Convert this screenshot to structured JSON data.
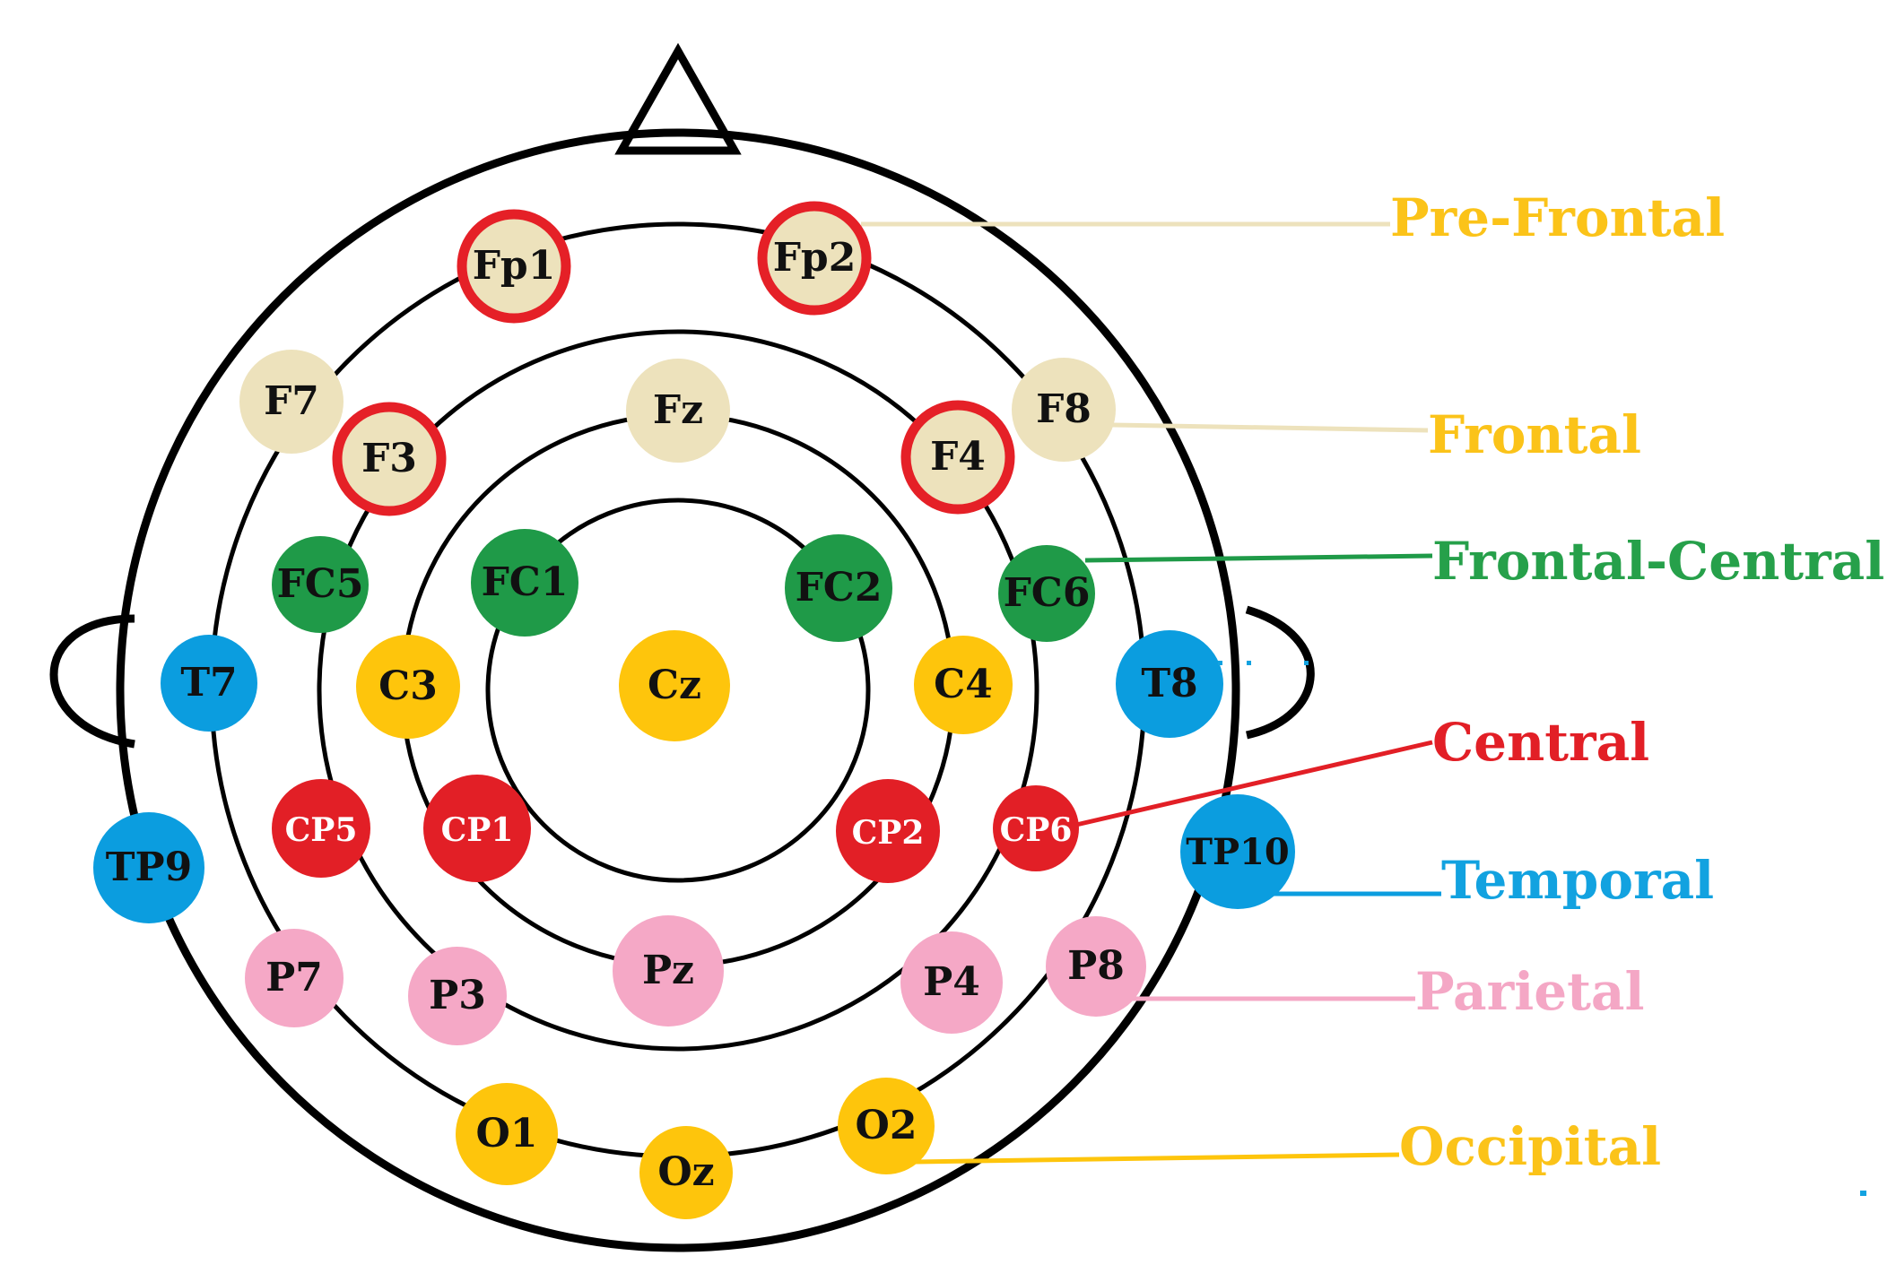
{
  "colors": {
    "outline": "#000000",
    "prefrontal_frontal_fill": "#ede2bc",
    "marker_ring": "#e52027",
    "frontal_central": "#1f9a48",
    "temporal": "#0b9ddf",
    "central": "#e21f26",
    "parietal": "#f5a8c6",
    "yellow": "#fec50c",
    "label_prefrontal": "#fbc319",
    "label_frontal": "#fbc319",
    "label_frontal_central": "#26a04a",
    "label_central": "#e21f26",
    "label_temporal": "#12a2e0",
    "label_parietal": "#f4a7c5",
    "label_occipital": "#fbc319"
  },
  "electrodes": [
    {
      "id": "fp1",
      "label": "Fp1",
      "region": "prefrontal",
      "highlighted": true
    },
    {
      "id": "fp2",
      "label": "Fp2",
      "region": "prefrontal",
      "highlighted": true
    },
    {
      "id": "f7",
      "label": "F7",
      "region": "frontal",
      "highlighted": false
    },
    {
      "id": "f3",
      "label": "F3",
      "region": "frontal",
      "highlighted": true
    },
    {
      "id": "fz",
      "label": "Fz",
      "region": "frontal",
      "highlighted": false
    },
    {
      "id": "f4",
      "label": "F4",
      "region": "frontal",
      "highlighted": true
    },
    {
      "id": "f8",
      "label": "F8",
      "region": "frontal",
      "highlighted": false
    },
    {
      "id": "fc5",
      "label": "FC5",
      "region": "frontal-central",
      "highlighted": false
    },
    {
      "id": "fc1",
      "label": "FC1",
      "region": "frontal-central",
      "highlighted": false
    },
    {
      "id": "fc2",
      "label": "FC2",
      "region": "frontal-central",
      "highlighted": false
    },
    {
      "id": "fc6",
      "label": "FC6",
      "region": "frontal-central",
      "highlighted": false
    },
    {
      "id": "t7",
      "label": "T7",
      "region": "temporal",
      "highlighted": false
    },
    {
      "id": "c3",
      "label": "C3",
      "region": "central-yellow",
      "highlighted": false
    },
    {
      "id": "cz",
      "label": "Cz",
      "region": "central-yellow",
      "highlighted": false
    },
    {
      "id": "c4",
      "label": "C4",
      "region": "central-yellow",
      "highlighted": false
    },
    {
      "id": "t8",
      "label": "T8",
      "region": "temporal",
      "highlighted": false
    },
    {
      "id": "cp5",
      "label": "CP5",
      "region": "central",
      "highlighted": false
    },
    {
      "id": "cp1",
      "label": "CP1",
      "region": "central",
      "highlighted": false
    },
    {
      "id": "cp2",
      "label": "CP2",
      "region": "central",
      "highlighted": false
    },
    {
      "id": "cp6",
      "label": "CP6",
      "region": "central",
      "highlighted": false
    },
    {
      "id": "tp9",
      "label": "TP9",
      "region": "temporal",
      "highlighted": false
    },
    {
      "id": "tp10",
      "label": "TP10",
      "region": "temporal",
      "highlighted": false
    },
    {
      "id": "p7",
      "label": "P7",
      "region": "parietal",
      "highlighted": false
    },
    {
      "id": "p3",
      "label": "P3",
      "region": "parietal",
      "highlighted": false
    },
    {
      "id": "pz",
      "label": "Pz",
      "region": "parietal",
      "highlighted": false
    },
    {
      "id": "p4",
      "label": "P4",
      "region": "parietal",
      "highlighted": false
    },
    {
      "id": "p8",
      "label": "P8",
      "region": "parietal",
      "highlighted": false
    },
    {
      "id": "o1",
      "label": "O1",
      "region": "occipital",
      "highlighted": false
    },
    {
      "id": "oz",
      "label": "Oz",
      "region": "occipital",
      "highlighted": false
    },
    {
      "id": "o2",
      "label": "O2",
      "region": "occipital",
      "highlighted": false
    }
  ],
  "legend": {
    "prefrontal": "Pre-Frontal",
    "frontal": "Frontal",
    "frontal_central": "Frontal-Central",
    "central": "Central",
    "temporal": "Temporal",
    "parietal": "Parietal",
    "occipital": "Occipital"
  }
}
